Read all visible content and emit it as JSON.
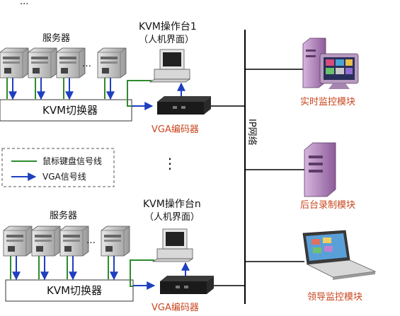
{
  "header_cutoff_text": "...",
  "group1": {
    "servers_label": "服务器",
    "ellipsis": "…",
    "switch_label": "KVM切换器",
    "console_label_line1": "KVM操作台1",
    "console_label_line2": "（人机界面）",
    "encoder_label": "VGA编码器"
  },
  "middle_ellipsis": "⋮",
  "group2": {
    "servers_label": "服务器",
    "ellipsis": "…",
    "switch_label": "KVM切换器",
    "console_label_line1": "KVM操作台n",
    "console_label_line2": "（人机界面）",
    "encoder_label": "VGA编码器"
  },
  "network_label": "IP网络",
  "modules": {
    "realtime_monitor": "实时监控模块",
    "backend_recorder": "后台录制模块",
    "leader_monitor": "领导监控模块"
  },
  "legend": {
    "kb_mouse_line": "鼠标键盘信号线",
    "vga_line": "VGA信号线"
  },
  "colors": {
    "kb_mouse_line": "#2e8b2e",
    "vga_line": "#1f3fbf",
    "encoder_label": "#c8461e",
    "module_label": "#c8461e"
  }
}
